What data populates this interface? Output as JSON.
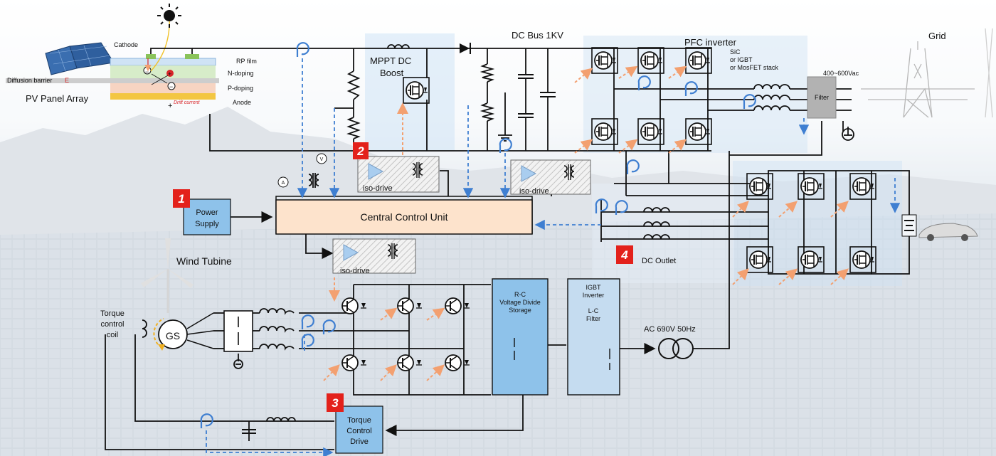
{
  "badges": {
    "b1": "1",
    "b2": "2",
    "b3": "3",
    "b4": "4"
  },
  "pv": {
    "title": "PV Panel Array",
    "cathode": "Cathode",
    "anode": "Anode",
    "diffusion_barrier": "Diffusion barrier",
    "e_label": "E",
    "rp_film": "RP film",
    "n_doping": "N-doping",
    "p_doping": "P-doping",
    "drift_current": "Drift current",
    "plus": "+",
    "minus_sym": "−",
    "plus_sym": "+"
  },
  "mppt": {
    "line1": "MPPT DC",
    "line2": "Boost"
  },
  "dc_bus": "DC Bus 1KV",
  "pfc": {
    "title": "PFC inverter",
    "l1": "SiC",
    "l2": "or IGBT",
    "l3": "or MosFET stack"
  },
  "grid": {
    "title": "Grid",
    "voltage": "400~600Vac",
    "filter": "Filter"
  },
  "power_supply": {
    "line1": "Power",
    "line2": "Supply"
  },
  "ccu": "Central Control Unit",
  "iso_drive": "iso-drive",
  "meters": {
    "v": "V",
    "a": "A"
  },
  "wind": {
    "title": "Wind Tubine",
    "torque1": "Torque",
    "torque2": "control",
    "torque3": "coil",
    "gs": "GS"
  },
  "rc": {
    "l1": "R-C",
    "l2": "Voltage Divide",
    "l3": "Storage"
  },
  "igbt": {
    "l1": "IGBT",
    "l2": "Inverter",
    "l3": "L-C",
    "l4": "Filter"
  },
  "ac_out": "AC 690V 50Hz",
  "torque_drive": {
    "l1": "Torque",
    "l2": "Control",
    "l3": "Drive"
  },
  "dc_outlet": "DC Outlet",
  "colors": {
    "accent_blue": "#8ec2ea",
    "red_badge": "#e3211b",
    "ccu_fill": "#fde3cc",
    "arrow_orange": "#f3a070",
    "arrow_blue": "#3f7fd1"
  }
}
